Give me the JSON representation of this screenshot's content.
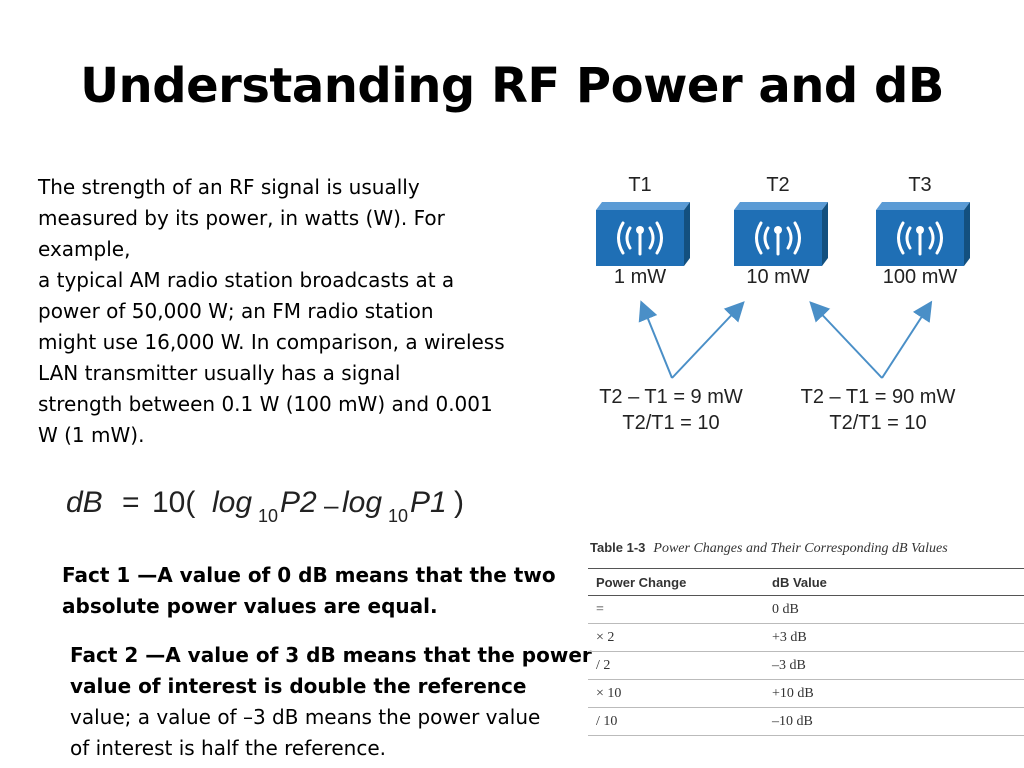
{
  "title": "Understanding RF Power and dB",
  "body_lines": [
    "The strength of an RF signal is usually",
    "measured by its power, in watts (W). For",
    "example,",
    "a typical AM radio station broadcasts at a",
    "power of 50,000 W; an FM radio station",
    "might use 16,000 W. In comparison, a wireless",
    "LAN transmitter usually has a signal",
    "strength between 0.1 W (100 mW) and 0.001",
    "W (1 mW)."
  ],
  "formula": {
    "lhs": "dB",
    "eq": "=",
    "coef": "10(",
    "log1": "log",
    "sub1": "10",
    "p2": "P2",
    "minus": "–",
    "log2": "log",
    "sub2": "10",
    "p1": "P1",
    "close": ")"
  },
  "fact1": {
    "lines": [
      "Fact 1 —A value of 0 dB means that the two",
      "absolute power values are equal."
    ]
  },
  "fact2": {
    "bold_lines": [
      "Fact 2 —A value of 3 dB means that the power",
      "value of interest is double the reference"
    ],
    "plain_lines": [
      "value; a value of –3 dB means the power value",
      "of interest is half the reference."
    ]
  },
  "diagram": {
    "accent": "#1f6fb5",
    "arrow_color": "#4a8fc7",
    "transmitters": [
      {
        "label": "T1",
        "power": "1 mW",
        "icon": "wireless-transmitter-icon"
      },
      {
        "label": "T2",
        "power": "10 mW",
        "icon": "wireless-transmitter-icon"
      },
      {
        "label": "T3",
        "power": "100 mW",
        "icon": "wireless-transmitter-icon"
      }
    ],
    "calc_left": [
      "T2 – T1 = 9 mW",
      "T2/T1 = 10"
    ],
    "calc_right": [
      "T2 – T1 = 90 mW",
      "T2/T1 = 10"
    ]
  },
  "table": {
    "label": "Table 1-3",
    "caption": "Power Changes and Their Corresponding dB Values",
    "headers": [
      "Power Change",
      "dB Value"
    ],
    "rows": [
      [
        "=",
        "0 dB"
      ],
      [
        "× 2",
        "+3 dB"
      ],
      [
        "/ 2",
        "–3 dB"
      ],
      [
        "× 10",
        "+10 dB"
      ],
      [
        "/ 10",
        "–10 dB"
      ]
    ]
  }
}
